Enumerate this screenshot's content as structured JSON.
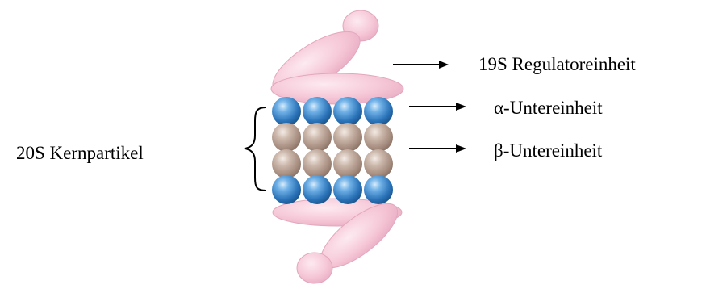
{
  "labels": {
    "regulatory": "19S Regulatoreinheit",
    "alpha": "α-Untereinheit",
    "beta": "β-Untereinheit",
    "core": "20S Kernpartikel"
  },
  "colors": {
    "regulatory_pink": "#f6c9d8",
    "regulatory_outline": "#e3a7bd",
    "alpha_blue": "#2f7fc6",
    "beta_taupe": "#b9a397",
    "arrow": "#000000"
  }
}
